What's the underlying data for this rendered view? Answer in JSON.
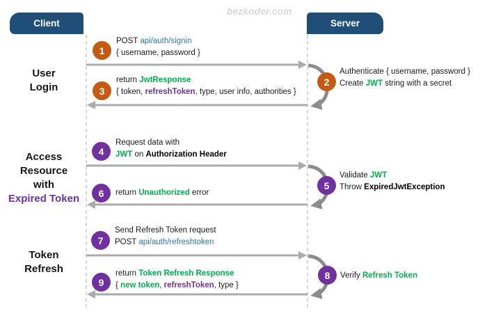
{
  "watermark": "bezkoder.com",
  "lanes": {
    "client": "Client",
    "server": "Server"
  },
  "colors": {
    "header_bg": "#1F4E79",
    "orange": "#C55A11",
    "purple": "#7030A0",
    "green": "#00B050",
    "link_blue": "#2E75B6",
    "arrow_gray": "#ABABAB",
    "loop_gray": "#8C8C8C",
    "lifeline_gray": "#C6C6C6"
  },
  "sections": [
    {
      "name": "user-login",
      "lines": [
        {
          "text": "User"
        },
        {
          "text": "Login"
        }
      ]
    },
    {
      "name": "access-resource-with-expired-token",
      "lines": [
        {
          "text": "Access"
        },
        {
          "text": "Resource"
        },
        {
          "text": "with"
        },
        {
          "text": "Expired Token",
          "style": "purple"
        }
      ]
    },
    {
      "name": "token-refresh",
      "lines": [
        {
          "text": "Token"
        },
        {
          "text": "Refresh"
        }
      ]
    }
  ],
  "steps": [
    {
      "num": "1",
      "color": "orange",
      "runs": [
        [
          {
            "text": "POST "
          },
          {
            "text": "api/auth/signin",
            "style": "link"
          }
        ],
        [
          {
            "text": "{ username, password }"
          }
        ]
      ]
    },
    {
      "num": "2",
      "color": "orange",
      "runs": [
        [
          {
            "text": "Authenticate { username, password }"
          }
        ],
        [
          {
            "text": "Create "
          },
          {
            "text": "JWT",
            "style": "green"
          },
          {
            "text": " string with a secret"
          }
        ]
      ]
    },
    {
      "num": "3",
      "color": "orange",
      "runs": [
        [
          {
            "text": "return "
          },
          {
            "text": "JwtResponse",
            "style": "green"
          }
        ],
        [
          {
            "text": "{ token, "
          },
          {
            "text": "refreshToken",
            "style": "purple"
          },
          {
            "text": ", type, user info, authorities }"
          }
        ]
      ]
    },
    {
      "num": "4",
      "color": "purple",
      "runs": [
        [
          {
            "text": "Request data with"
          }
        ],
        [
          {
            "text": "JWT",
            "style": "green"
          },
          {
            "text": " on "
          },
          {
            "text": "Authorization Header",
            "style": "bold"
          }
        ]
      ]
    },
    {
      "num": "5",
      "color": "purple",
      "runs": [
        [
          {
            "text": "Validate "
          },
          {
            "text": "JWT",
            "style": "green"
          }
        ],
        [
          {
            "text": "Throw "
          },
          {
            "text": "ExpiredJwtException",
            "style": "bold"
          }
        ]
      ]
    },
    {
      "num": "6",
      "color": "purple",
      "runs": [
        [
          {
            "text": "return "
          },
          {
            "text": "Unauthorized",
            "style": "green"
          },
          {
            "text": " error"
          }
        ]
      ]
    },
    {
      "num": "7",
      "color": "purple",
      "runs": [
        [
          {
            "text": "Send Refresh Token request"
          }
        ],
        [
          {
            "text": "POST "
          },
          {
            "text": "api/auth/refreshtoken",
            "style": "link"
          }
        ]
      ]
    },
    {
      "num": "8",
      "color": "purple",
      "runs": [
        [
          {
            "text": "Verify "
          },
          {
            "text": "Refresh Token",
            "style": "green"
          }
        ]
      ]
    },
    {
      "num": "9",
      "color": "purple",
      "runs": [
        [
          {
            "text": "return "
          },
          {
            "text": "Token Refresh Response",
            "style": "green"
          }
        ],
        [
          {
            "text": "{ "
          },
          {
            "text": "new token",
            "style": "green"
          },
          {
            "text": ", "
          },
          {
            "text": "refreshToken",
            "style": "purple"
          },
          {
            "text": ", type }"
          }
        ]
      ]
    }
  ]
}
